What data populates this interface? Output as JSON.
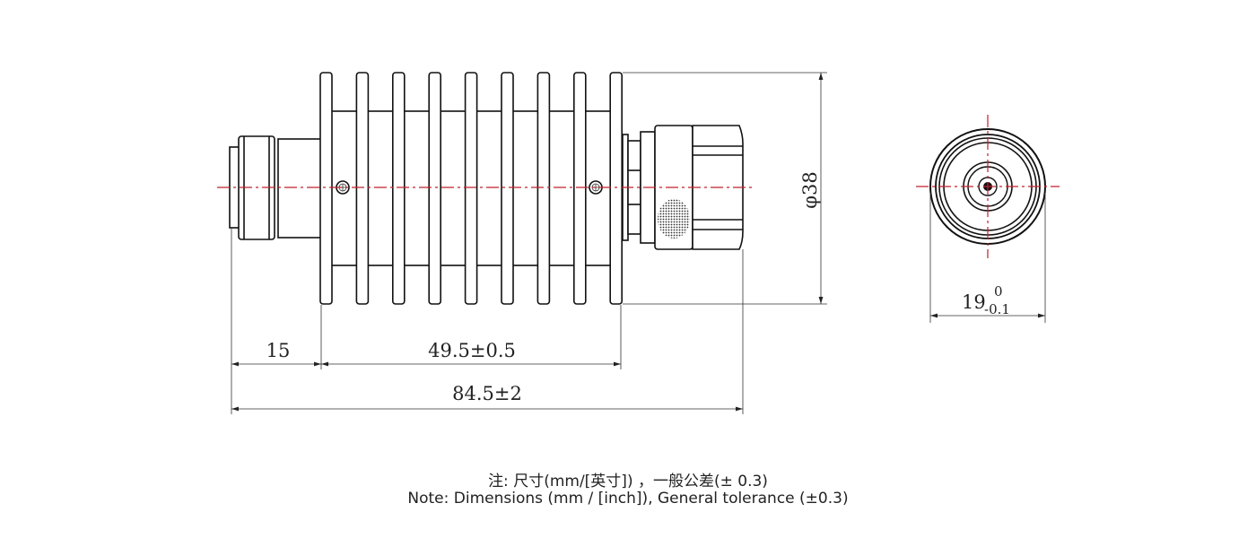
{
  "drawing": {
    "side_view": {
      "dim_connector_length": "15",
      "dim_body_length": "49.5±0.5",
      "dim_overall_length": "84.5±2",
      "dim_diameter": "φ38"
    },
    "end_view": {
      "dim_width_nominal": "19",
      "dim_width_upper_tol": "0",
      "dim_width_lower_tol": "-0.1"
    },
    "centerline_color": "#c0202a",
    "line_color": "#111111"
  },
  "notes": {
    "line_zh": "注: 尺寸(mm/[英寸]) ，一般公差(± 0.3)",
    "line_en": "Note: Dimensions (mm / [inch]), General tolerance (±0.3)"
  }
}
